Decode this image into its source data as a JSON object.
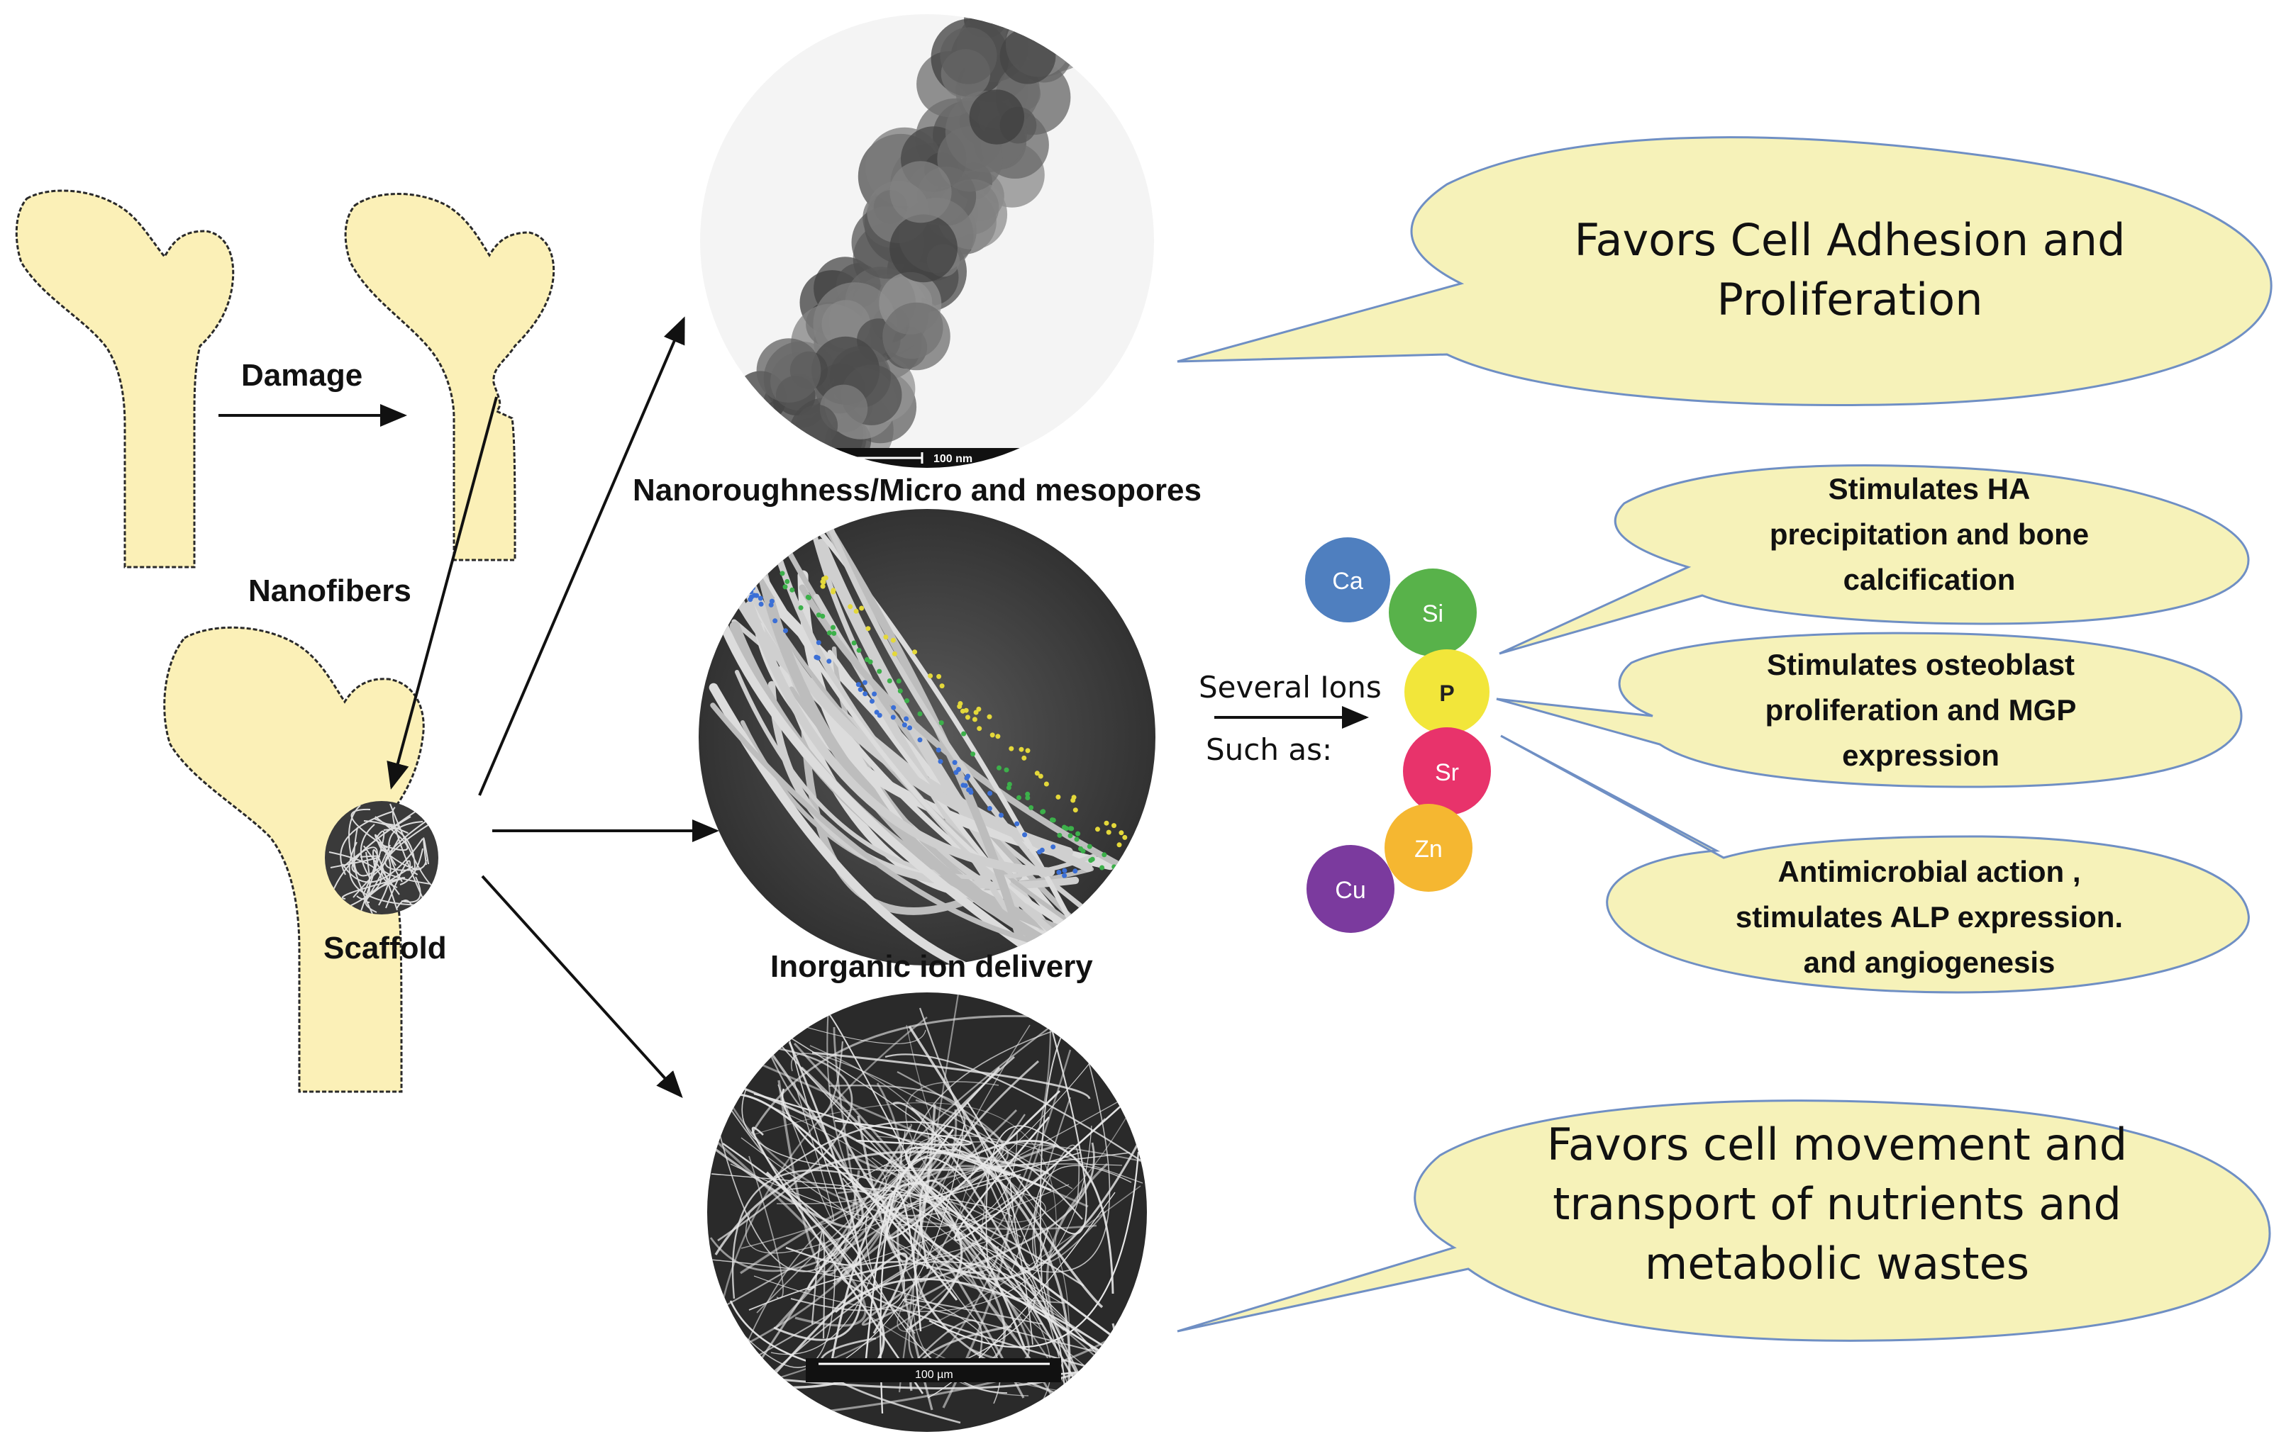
{
  "labels": {
    "damage": "Damage",
    "nanofibers": "Nanofibers",
    "scaffold": "Scaffold",
    "nanoroughness": "Nanoroughness/Micro and mesopores",
    "ion_delivery": "Inorganic ion delivery",
    "several_ions_line1": "Several Ions",
    "several_ions_line2": "Such as:"
  },
  "scale_bars": {
    "top": "100 nm",
    "bottom": "100 µm"
  },
  "ions": [
    {
      "symbol": "Ca",
      "color": "#4f7fbf"
    },
    {
      "symbol": "Si",
      "color": "#58b24a"
    },
    {
      "symbol": "P",
      "color": "#f2e63a"
    },
    {
      "symbol": "Sr",
      "color": "#e8336b"
    },
    {
      "symbol": "Zn",
      "color": "#f5b731"
    },
    {
      "symbol": "Cu",
      "color": "#7b3a9e"
    }
  ],
  "bubbles": {
    "adhesion": [
      "Favors Cell Adhesion and",
      "Proliferation"
    ],
    "ha": [
      "Stimulates HA",
      "precipitation and bone",
      "calcification"
    ],
    "osteoblast": [
      "Stimulates osteoblast",
      "proliferation and MGP",
      "expression"
    ],
    "antimicrobial": [
      "Antimicrobial action ,",
      "stimulates ALP expression.",
      "and angiogenesis"
    ],
    "movement": [
      "Favors cell movement and",
      "transport of nutrients and",
      "metabolic wastes"
    ]
  },
  "colors": {
    "bone_fill": "#fbf0b7",
    "bubble_fill": "#f6f2b9",
    "bubble_stroke": "#6f8fc4"
  }
}
